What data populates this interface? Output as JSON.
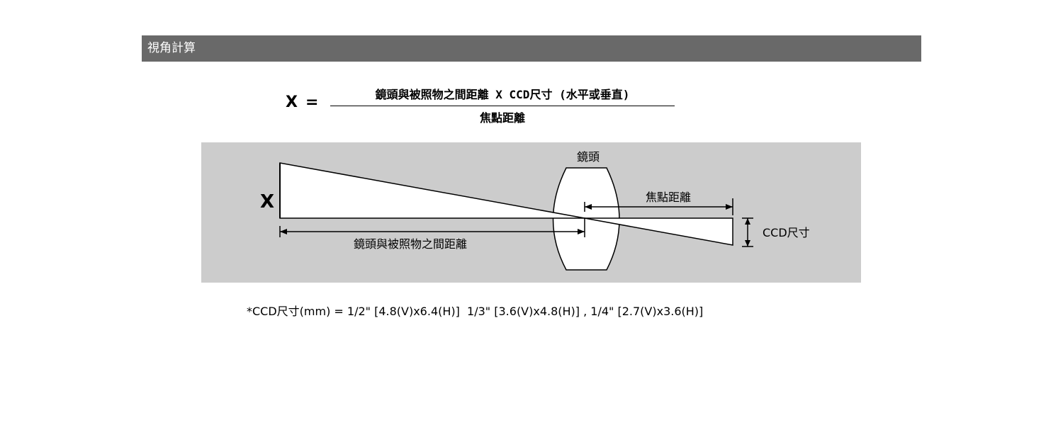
{
  "header": {
    "title": "視角計算"
  },
  "formula": {
    "variable": "X",
    "equals": "=",
    "numerator": "鏡頭與被照物之間距離 X CCD尺寸 (水平或垂直)",
    "denominator": "焦點距離"
  },
  "diagram": {
    "lens_label": "鏡頭",
    "x_label": "X",
    "focal_label": "焦點距離",
    "distance_label": "鏡頭與被照物之間距離",
    "ccd_label": "CCD尺寸",
    "colors": {
      "background": "#cccccc",
      "shape_fill": "#ffffff",
      "stroke": "#000000"
    }
  },
  "footnote": "*CCD尺寸(mm) = 1/2\" [4.8(V)x6.4(H)]  1/3\" [3.6(V)x4.8(H)] , 1/4\" [2.7(V)x3.6(H)]"
}
